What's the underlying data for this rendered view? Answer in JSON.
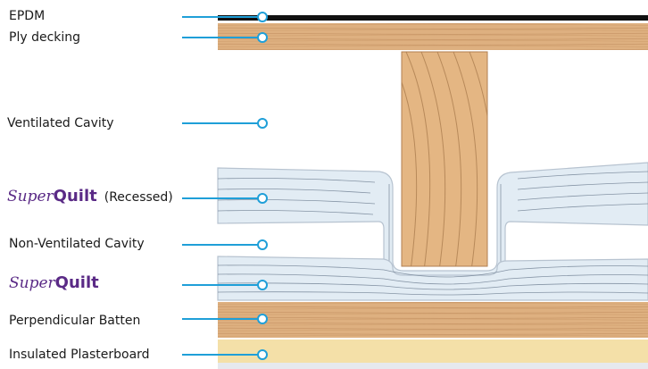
{
  "colors": {
    "leader": "#1f9fd8",
    "brand": "#5a2a86",
    "wood": "#deb080",
    "insulation": "#e2ecf4",
    "plasterboard": "#f4e0a8"
  },
  "labels": {
    "epdm": "EPDM",
    "ply_decking": "Ply decking",
    "ventilated_cavity": "Ventilated Cavity",
    "superquilt_recessed": {
      "super": "Super",
      "quilt": "Quilt",
      "suffix": "(Recessed)"
    },
    "non_ventilated_cavity": "Non-Ventilated Cavity",
    "superquilt": {
      "super": "Super",
      "quilt": "Quilt"
    },
    "perpendicular_batten": "Perpendicular Batten",
    "insulated_plasterboard": "Insulated Plasterboard"
  }
}
